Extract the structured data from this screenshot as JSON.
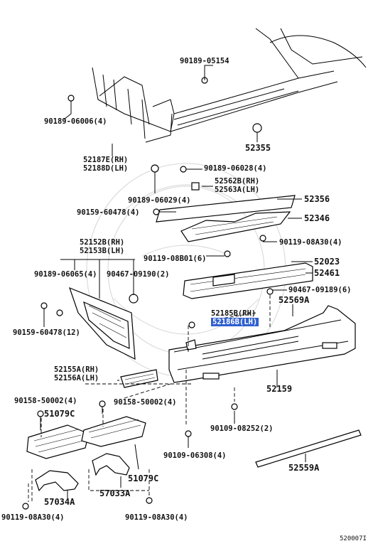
{
  "labels": [
    {
      "id": "l01",
      "text": "90189-05154"
    },
    {
      "id": "l02",
      "text": "90189-06006(4)"
    },
    {
      "id": "l03",
      "text": "52355"
    },
    {
      "id": "l04",
      "text": "52187E(RH)"
    },
    {
      "id": "l05",
      "text": "52188D(LH)"
    },
    {
      "id": "l06",
      "text": "90189-06028(4)"
    },
    {
      "id": "l07",
      "text": "52562B(RH)"
    },
    {
      "id": "l08",
      "text": "52563A(LH)"
    },
    {
      "id": "l09",
      "text": "52356"
    },
    {
      "id": "l10",
      "text": "90189-06029(4)"
    },
    {
      "id": "l11",
      "text": "90159-60478(4)"
    },
    {
      "id": "l12",
      "text": "52346"
    },
    {
      "id": "l13",
      "text": "52152B(RH)"
    },
    {
      "id": "l14",
      "text": "52153B(LH)"
    },
    {
      "id": "l15",
      "text": "90119-08A30(4)"
    },
    {
      "id": "l16",
      "text": "90119-08B01(6)"
    },
    {
      "id": "l17",
      "text": "52023"
    },
    {
      "id": "l18",
      "text": "90189-06065(4)"
    },
    {
      "id": "l19",
      "text": "90467-09190(2)"
    },
    {
      "id": "l20",
      "text": "52461"
    },
    {
      "id": "l21",
      "text": "90467-09189(6)"
    },
    {
      "id": "l22",
      "text": "52569A"
    },
    {
      "id": "l23",
      "text": "52185B(RH)"
    },
    {
      "id": "l24",
      "text": "52186B(LH)"
    },
    {
      "id": "l25",
      "text": "90159-60478(12)"
    },
    {
      "id": "l26",
      "text": "52155A(RH)"
    },
    {
      "id": "l27",
      "text": "52156A(LH)"
    },
    {
      "id": "l28",
      "text": "52159"
    },
    {
      "id": "l29",
      "text": "90158-50002(4)"
    },
    {
      "id": "l30",
      "text": "51079C"
    },
    {
      "id": "l31",
      "text": "90158-50002(4)"
    },
    {
      "id": "l32",
      "text": "90109-08252(2)"
    },
    {
      "id": "l33",
      "text": "90109-06308(4)"
    },
    {
      "id": "l34",
      "text": "51079C"
    },
    {
      "id": "l35",
      "text": "52559A"
    },
    {
      "id": "l36",
      "text": "57033A"
    },
    {
      "id": "l37",
      "text": "57034A"
    },
    {
      "id": "l38",
      "text": "90119-08A30(4)"
    },
    {
      "id": "l39",
      "text": "90119-08A30(4)"
    }
  ],
  "diagram_id": "520007I"
}
